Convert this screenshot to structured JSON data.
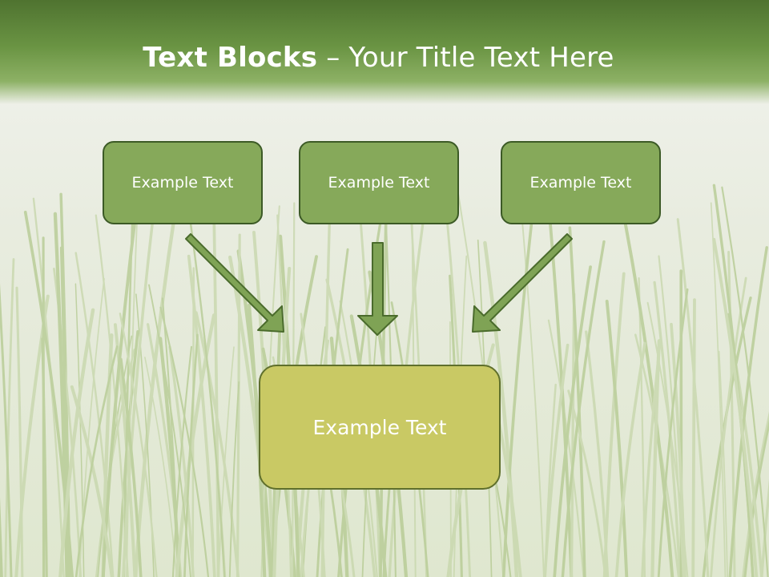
{
  "title": {
    "bold": "Text Blocks",
    "separator": " – ",
    "rest": "Your Title Text Here"
  },
  "blocks": [
    {
      "label": "Example Text"
    },
    {
      "label": "Example Text"
    },
    {
      "label": "Example Text"
    }
  ],
  "target": {
    "label": "Example Text"
  },
  "colors": {
    "header": "#6a9443",
    "block_fill": "#86a95a",
    "block_border": "#3c5a26",
    "target_fill": "#c9c964",
    "arrow_fill": "#7fa355",
    "arrow_stroke": "#4a6b2c"
  }
}
